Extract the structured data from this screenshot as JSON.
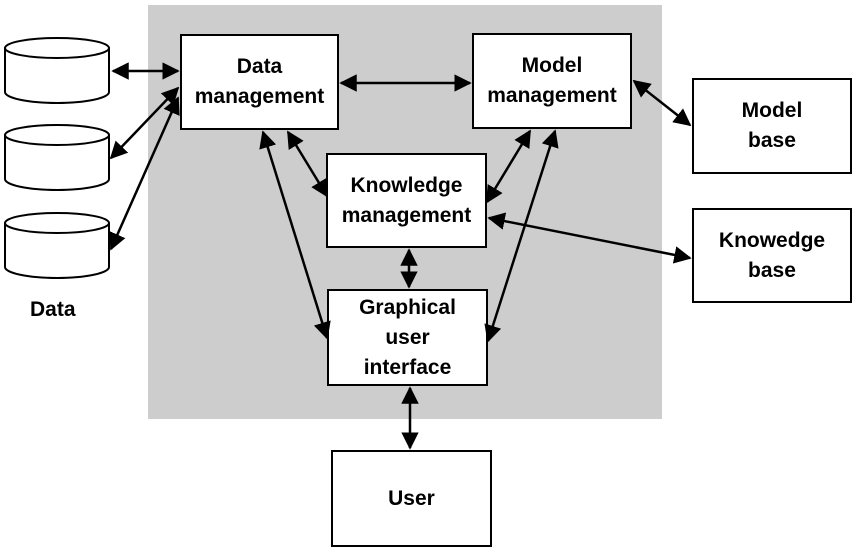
{
  "colors": {
    "panel": "#cdcdcd",
    "box_fill": "#ffffff",
    "stroke": "#000000"
  },
  "nodes": {
    "data_management": "Data\nmanagement",
    "model_management": "Model\nmanagement",
    "knowledge_management": "Knowledge\nmanagement",
    "graphical_user_interface": "Graphical\nuser\ninterface",
    "model_base": "Model\nbase",
    "knowledge_base": "Knowedge\nbase",
    "user": "User"
  },
  "data_stores": {
    "label": "Data",
    "count": 3
  },
  "edges": [
    {
      "from": "data-store-1",
      "to": "data-management",
      "directed": "both"
    },
    {
      "from": "data-store-2",
      "to": "data-management",
      "directed": "both"
    },
    {
      "from": "data-store-3",
      "to": "data-management",
      "directed": "both"
    },
    {
      "from": "data-management",
      "to": "model-management",
      "directed": "both"
    },
    {
      "from": "model-management",
      "to": "model-base",
      "directed": "both"
    },
    {
      "from": "data-management",
      "to": "knowledge-management",
      "directed": "both"
    },
    {
      "from": "data-management",
      "to": "graphical-user-interface",
      "directed": "both"
    },
    {
      "from": "model-management",
      "to": "knowledge-management",
      "directed": "both"
    },
    {
      "from": "model-management",
      "to": "graphical-user-interface",
      "directed": "both"
    },
    {
      "from": "knowledge-management",
      "to": "knowledge-base",
      "directed": "both"
    },
    {
      "from": "knowledge-management",
      "to": "graphical-user-interface",
      "directed": "both"
    },
    {
      "from": "graphical-user-interface",
      "to": "user",
      "directed": "both"
    }
  ]
}
